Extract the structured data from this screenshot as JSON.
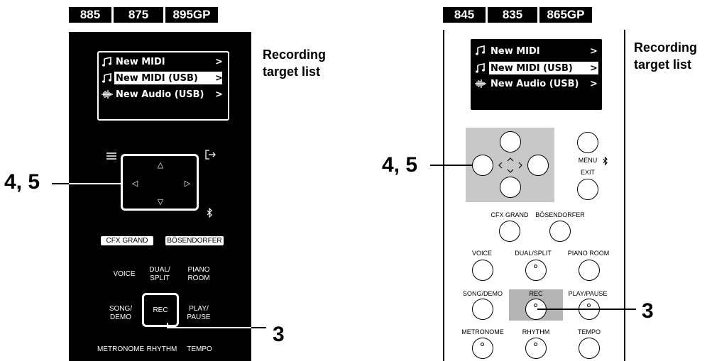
{
  "left": {
    "models": [
      "885",
      "875",
      "895GP"
    ],
    "display": {
      "rows": [
        {
          "label": "New MIDI",
          "arrow": ">",
          "selected": false
        },
        {
          "label": "New MIDI (USB)",
          "arrow": ">",
          "selected": true
        },
        {
          "label": "New Audio (USB)",
          "arrow": ">",
          "selected": false
        }
      ]
    },
    "callout_title_line1": "Recording",
    "callout_title_line2": "target list",
    "nav_label": "4, 5",
    "rec_step": "3",
    "buttons": {
      "cfx": "CFX GRAND",
      "bosendorfer": "BÖSENDORFER",
      "voice": "VOICE",
      "dual_split": "DUAL/\nSPLIT",
      "piano_room": "PIANO\nROOM",
      "song_demo": "SONG/\nDEMO",
      "rec": "REC",
      "play_pause": "PLAY/\nPAUSE",
      "metronome": "METRONOME",
      "rhythm": "RHYTHM",
      "tempo": "TEMPO"
    },
    "arrows": {
      "up": "△",
      "down": "▽",
      "left": "◁",
      "right": "▷"
    }
  },
  "right": {
    "models": [
      "845",
      "835",
      "865GP"
    ],
    "display": {
      "rows": [
        {
          "label": "New MIDI",
          "arrow": ">",
          "selected": false
        },
        {
          "label": "New MIDI (USB)",
          "arrow": ">",
          "selected": true
        },
        {
          "label": "New Audio (USB)",
          "arrow": ">",
          "selected": false
        }
      ]
    },
    "callout_title_line1": "Recording",
    "callout_title_line2": "target list",
    "nav_label": "4, 5",
    "rec_step": "3",
    "buttons": {
      "menu": "MENU",
      "exit": "EXIT",
      "cfx": "CFX GRAND",
      "bosendorfer": "BÖSENDORFER",
      "voice": "VOICE",
      "dual_split": "DUAL/SPLIT",
      "piano_room": "PIANO ROOM",
      "song_demo": "SONG/DEMO",
      "rec": "REC",
      "play_pause": "PLAY/PAUSE",
      "metronome": "METRONOME",
      "rhythm": "RHYTHM",
      "tempo": "TEMPO"
    }
  }
}
